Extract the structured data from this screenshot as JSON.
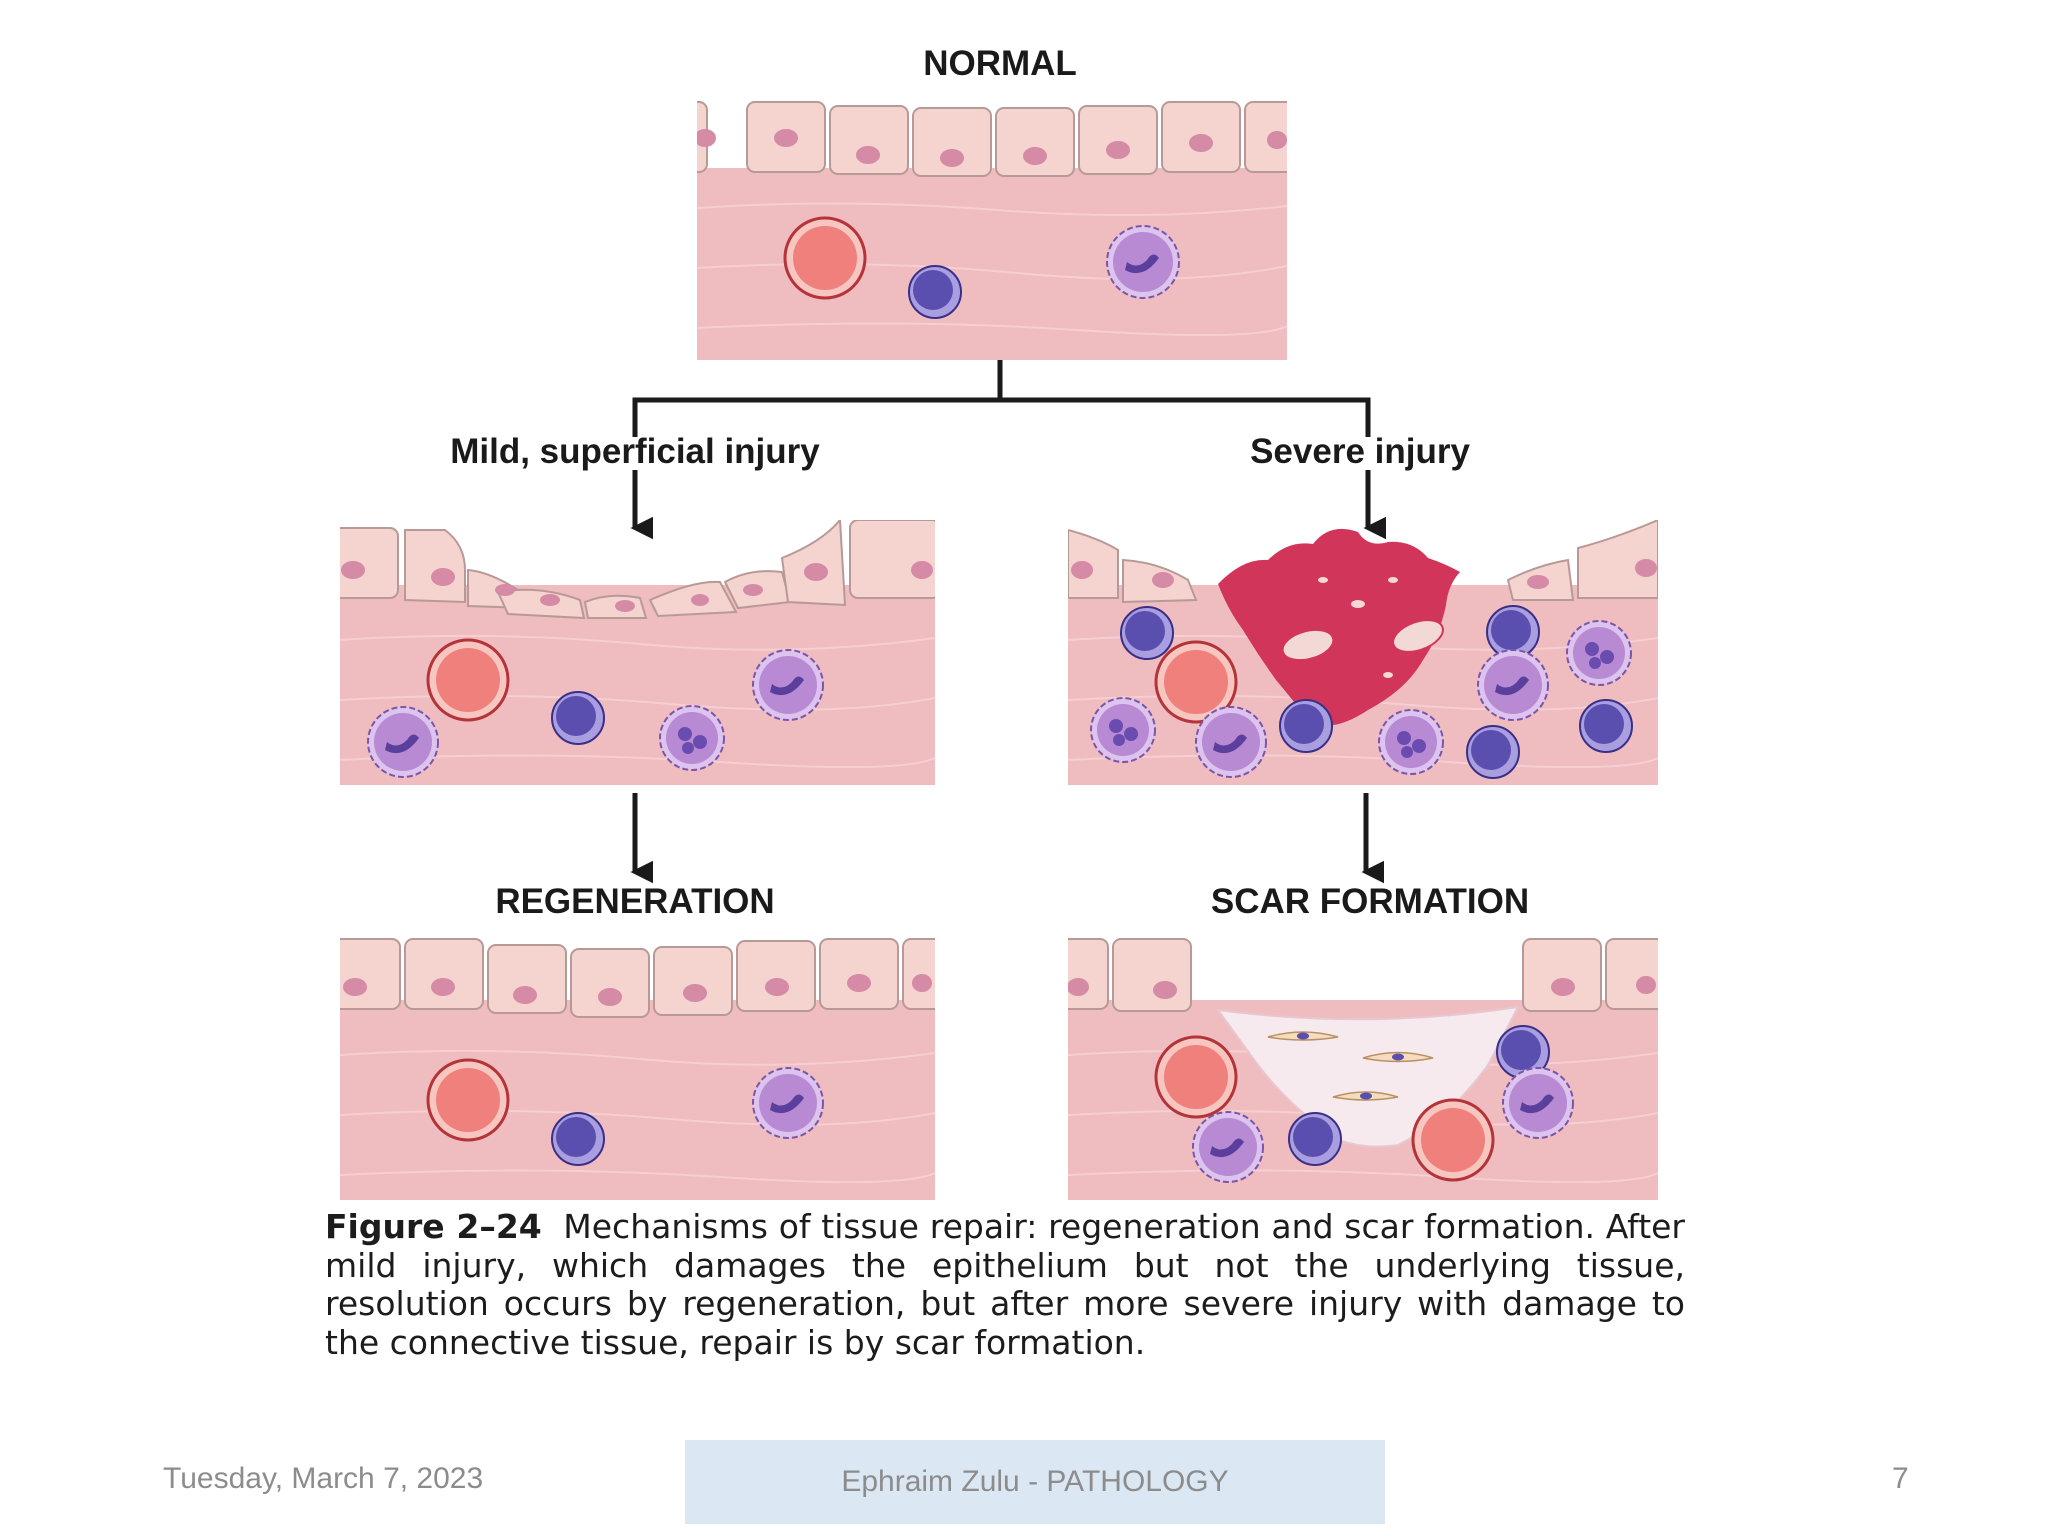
{
  "figure": {
    "normal_label": "NORMAL",
    "mild_label": "Mild, superficial injury",
    "severe_label": "Severe injury",
    "regeneration_label": "REGENERATION",
    "scar_label": "SCAR FORMATION",
    "caption_lead": "Figure 2–24",
    "caption_text": "Mechanisms of tissue repair: regeneration and scar formation. After mild injury, which damages the epithelium but not the underlying tissue, resolution occurs by regeneration, but after more severe injury with damage to the connective tissue, repair is by scar formation."
  },
  "footer": {
    "date": "Tuesday, March 7, 2023",
    "presenter": "Ephraim Zulu - PATHOLOGY",
    "page_number": "7"
  },
  "colors": {
    "epithelium": "#f5d3cf",
    "connective_tissue": "#efbcc0",
    "nucleus": "#d58aa5",
    "clot": "#d2355a",
    "red_cell": "#f0807c",
    "lymphocyte": "#5a4fae",
    "macrophage": "#b88ad4",
    "scar": "#f7eaef",
    "footer_box": "#dce7f4"
  }
}
